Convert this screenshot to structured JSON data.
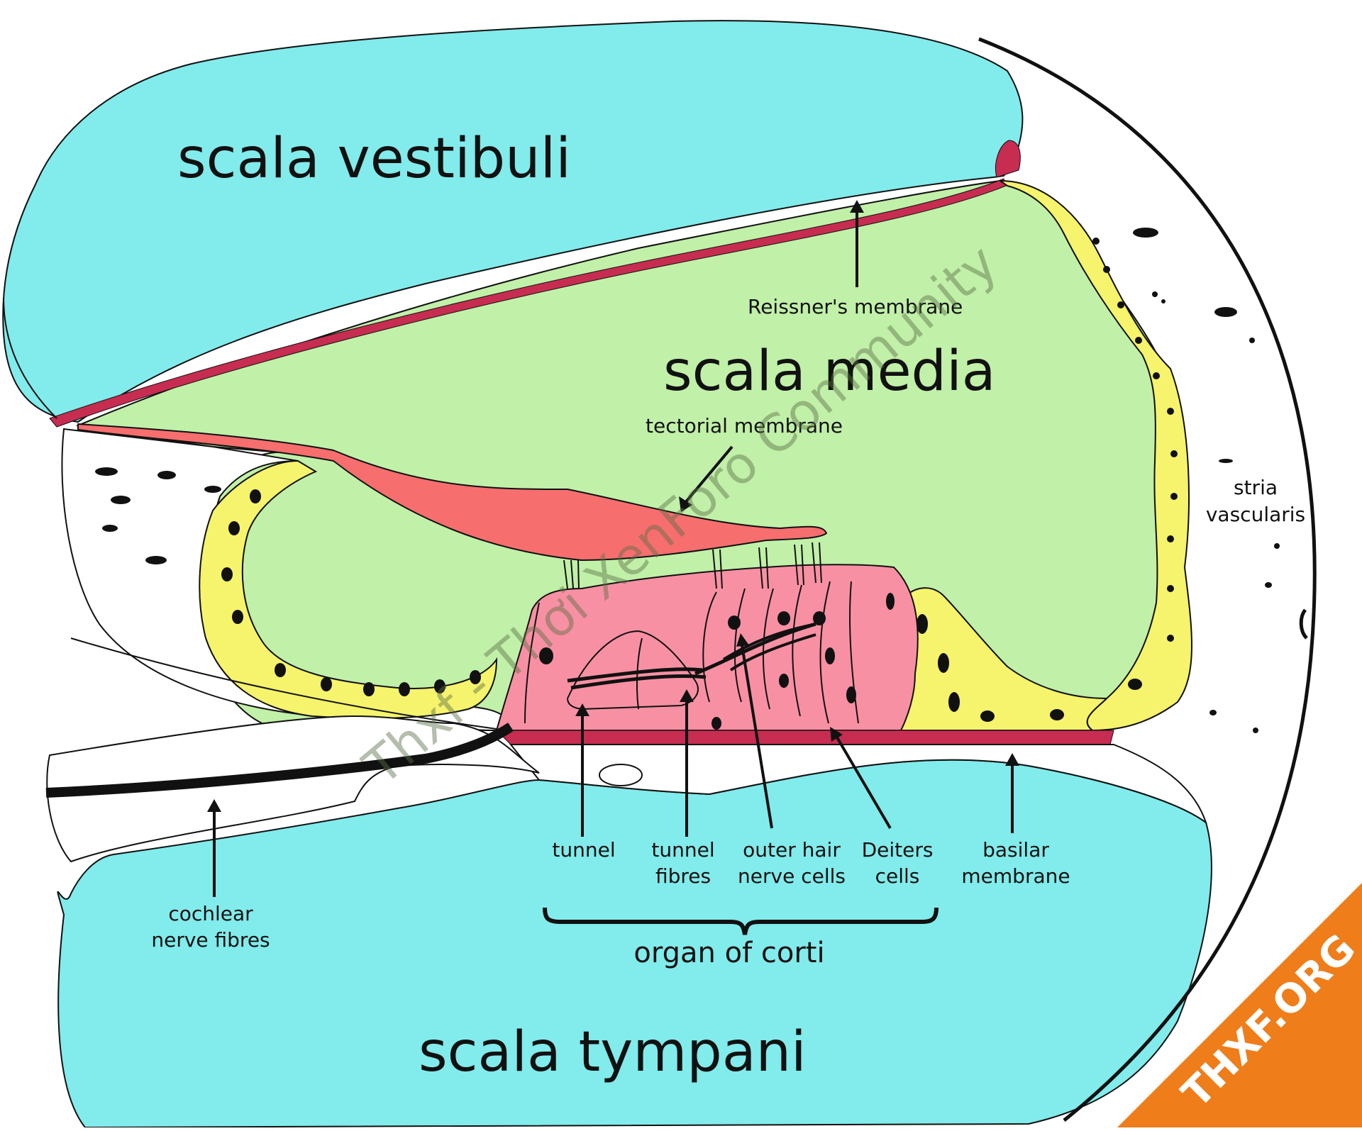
{
  "regions": {
    "scala_vestibuli": "scala vestibuli",
    "scala_media": "scala media",
    "scala_tympani": "scala tympani"
  },
  "labels": {
    "reissners_membrane": "Reissner's membrane",
    "tectorial_membrane": "tectorial membrane",
    "stria_vascularis": [
      "stria",
      "vascularis"
    ],
    "tunnel": "tunnel",
    "tunnel_fibres": [
      "tunnel",
      "fibres"
    ],
    "outer_hair_nerve_cells": [
      "outer hair",
      "nerve cells"
    ],
    "deiters_cells": [
      "Deiters",
      "cells"
    ],
    "basilar_membrane": [
      "basilar",
      "membrane"
    ],
    "cochlear_nerve_fibres": [
      "cochlear",
      "nerve fibres"
    ],
    "organ_of_corti": "organ of corti"
  },
  "watermark": {
    "text": "Thxf - Thơi XenForo Community",
    "badge": "THXF.ORG"
  },
  "colors": {
    "scala_fluid": "#82ebeb",
    "scala_media": "#c1f0a8",
    "membrane_red": "#c72c51",
    "tectorial": "#f76e6e",
    "organ_pink": "#f890a3",
    "cell_yellow": "#f6f36c",
    "badge_orange": "#ef7d1a",
    "outline": "#111111"
  }
}
